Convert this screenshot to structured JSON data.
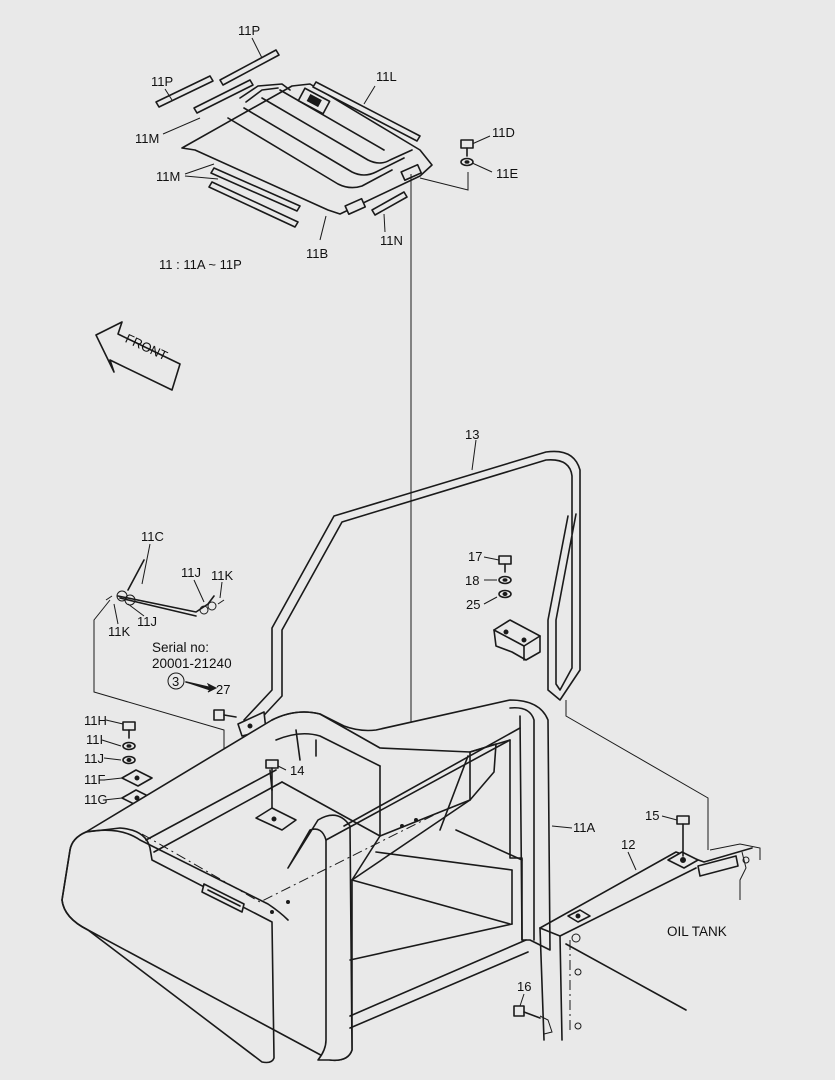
{
  "labels": {
    "p11P_a": "11P",
    "p11P_b": "11P",
    "p11L": "11L",
    "p11M_a": "11M",
    "p11M_b": "11M",
    "p11D": "11D",
    "p11E": "11E",
    "p11B": "11B",
    "p11N": "11N",
    "range": "11 : 11A ~ 11P",
    "front": "FRONT",
    "p13": "13",
    "p11C": "11C",
    "p11J_a": "11J",
    "p11K_a": "11K",
    "p11K_b": "11K",
    "p11J_b": "11J",
    "serial_line1": "Serial no:",
    "serial_line2": "20001-21240",
    "circle_num": "3",
    "p27": "27",
    "p17": "17",
    "p18": "18",
    "p25": "25",
    "p11H": "11H",
    "p11I": "11I",
    "p11J_c": "11J",
    "p11F": "11F",
    "p11G": "11G",
    "p14": "14",
    "p11A": "11A",
    "p15": "15",
    "p12": "12",
    "oil_tank": "OIL TANK",
    "p16": "16"
  }
}
